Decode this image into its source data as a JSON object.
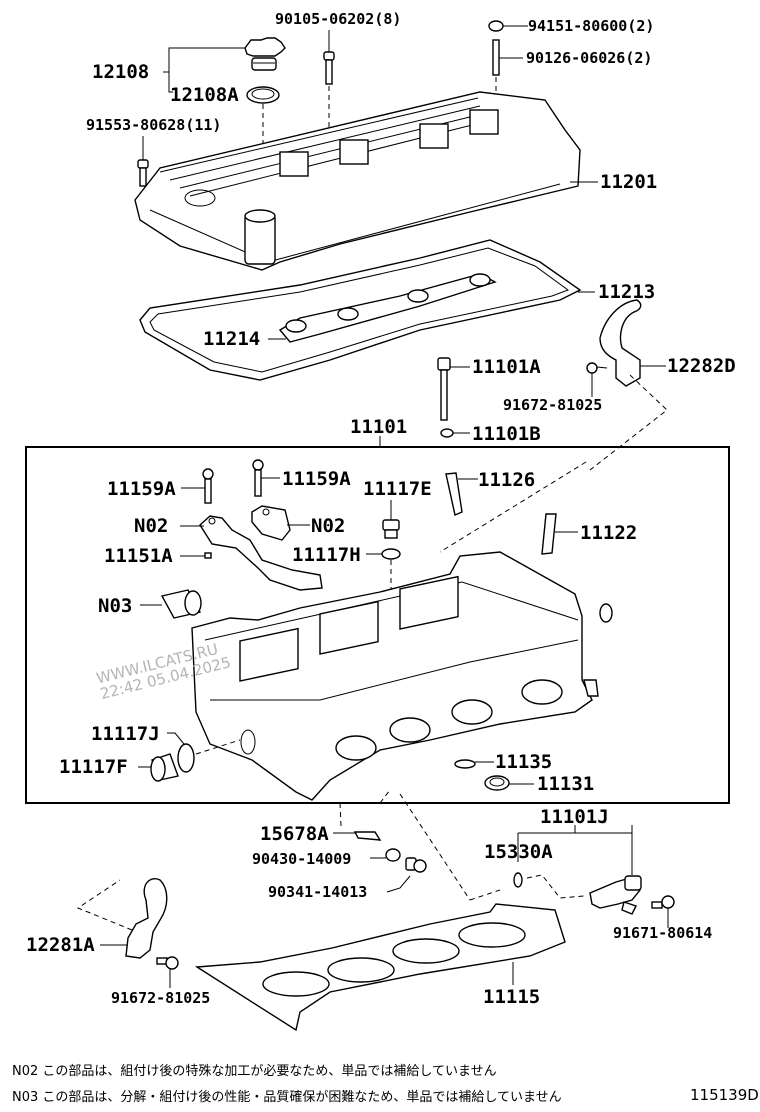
{
  "diagram": {
    "reference_code": "115139D",
    "watermark": {
      "line1": "WWW.ILCATS.RU",
      "line2": "22:42 05.04.2025"
    },
    "group_box_label": "11101",
    "parts": {
      "oil_filler_cap": "12108",
      "oil_filler_gasket": "12108A",
      "cover_bolt_top": "90105-06202(8)",
      "nut_top": "94151-80600(2)",
      "stud_top": "90126-06026(2)",
      "cover_bolt_left": "91553-80628(11)",
      "cylinder_head_cover": "11201",
      "cover_gasket": "11213",
      "plug_hole_gasket": "11214",
      "head_bolt": "11101A",
      "engine_hanger_right": "12282D",
      "hanger_bolt_right": "91672-81025",
      "head_bolt_washer": "11101B",
      "cam_cap_bolt_left": "11159A",
      "cam_cap_bolt_right": "11159A",
      "plug_upper": "11117E",
      "guide_exhaust": "11126",
      "cam_cap_left": "N02",
      "cam_cap_right": "N02",
      "guide_intake": "11122",
      "cam_cap_pin": "11151A",
      "plug_gasket_upper": "11117H",
      "cam_housing_plug": "N03",
      "plug_gasket_front": "11117J",
      "plug_front": "11117F",
      "insert_ring": "11135",
      "oil_seal_ring": "11131",
      "ocv_assembly": "11101J",
      "stud_bolt": "15678A",
      "o_ring": "15330A",
      "gasket_plug": "90430-14009",
      "screw_plug": "90341-14013",
      "ocv_bolt": "91671-80614",
      "engine_hanger_left": "12281A",
      "hanger_bolt_left": "91672-81025",
      "head_gasket": "11115"
    },
    "notes": [
      "N02 この部品は、組付け後の特殊な加工が必要なため、単品では補給していません",
      "N03 この部品は、分解・組付け後の性能・品質確保が困難なため、単品では補給していません"
    ]
  }
}
